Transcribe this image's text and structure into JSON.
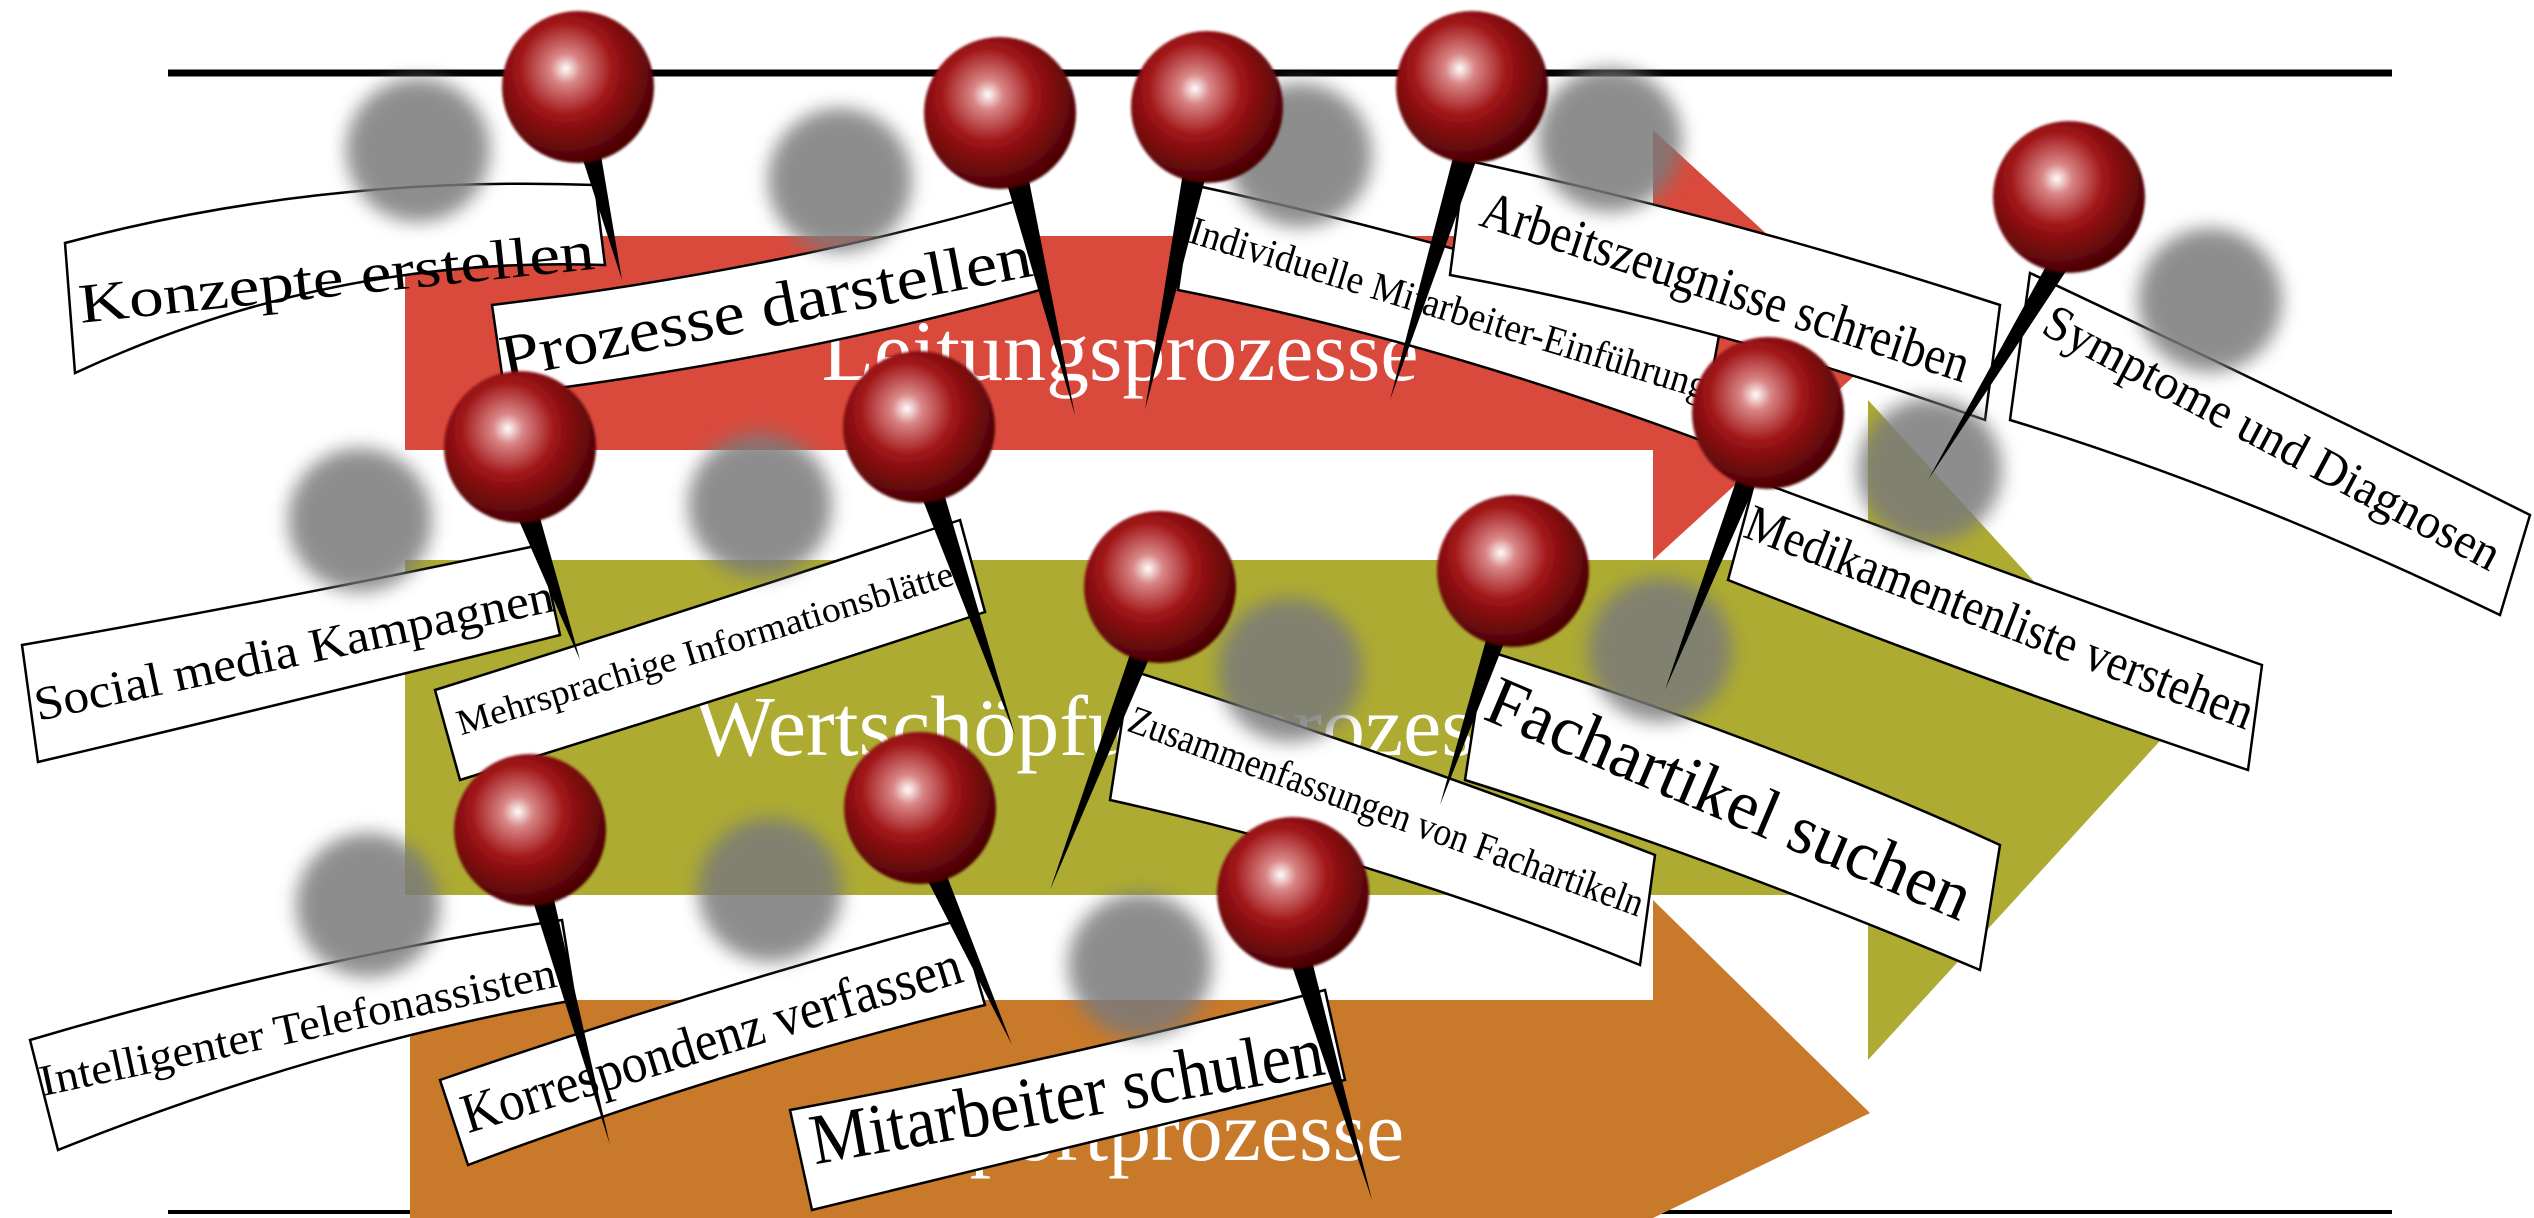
{
  "processes": {
    "leadership": {
      "label": "Leitungsprozesse",
      "color": "#d94a3d"
    },
    "value": {
      "label": "Wertschöpfungsprozesse",
      "color": "#adab31"
    },
    "support": {
      "label": "Supportprozesse",
      "color": "#c8792a"
    }
  },
  "pin_color": "#9e0e10",
  "banners": [
    {
      "text": "Konzepte erstellen"
    },
    {
      "text": "Prozesse darstellen"
    },
    {
      "text": "Individuelle Mitarbeiter-Einführung"
    },
    {
      "text": "Arbeitszeugnisse schreiben"
    },
    {
      "text": "Symptome und Diagnosen"
    },
    {
      "text": "Social media Kampagnen"
    },
    {
      "text": "Mehrsprachige Informationsblätter"
    },
    {
      "text": "Zusammenfassungen von Fachartikeln"
    },
    {
      "text": "Fachartikel suchen"
    },
    {
      "text": "Medikamentenliste verstehen"
    },
    {
      "text": "Intelligenter Telefonassistent"
    },
    {
      "text": "Korrespondenz verfassen"
    },
    {
      "text": "Mitarbeiter schulen"
    }
  ]
}
